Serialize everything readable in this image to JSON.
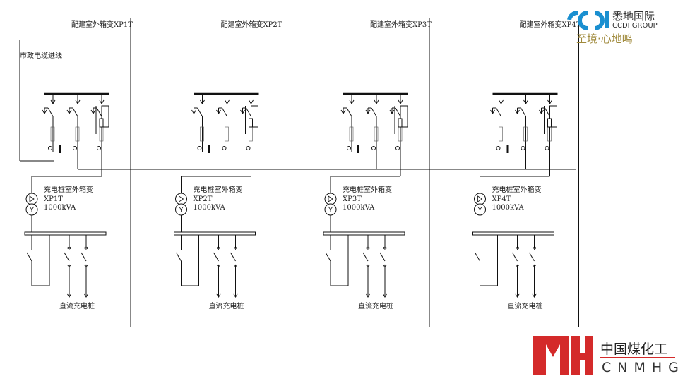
{
  "diagram": {
    "incoming_cable_label": "市政电缆进线",
    "units": [
      {
        "top_label": "配建室外箱变XP1T",
        "box_label": "充电桩室外箱变",
        "id": "XP1T",
        "capacity": "1000kVA",
        "load_label": "直流充电桩"
      },
      {
        "top_label": "配建室外箱变XP2T",
        "box_label": "充电桩室外箱变",
        "id": "XP2T",
        "capacity": "1000kVA",
        "load_label": "直流充电桩"
      },
      {
        "top_label": "配建室外箱变XP3T",
        "box_label": "充电桩室外箱变",
        "id": "XP3T",
        "capacity": "1000kVA",
        "load_label": "直流充电桩"
      },
      {
        "top_label": "配建室外箱变XP4T",
        "box_label": "充电桩室外箱变",
        "id": "XP4T",
        "capacity": "1000kVA",
        "load_label": "直流充电桩"
      }
    ]
  },
  "logos": {
    "ccdi": {
      "name_cn": "悉地国际",
      "name_en": "CCDI GROUP",
      "slogan": "至境·心地鸣",
      "color": "#1a8fd0"
    },
    "cnmhg": {
      "name_cn": "中国煤化工",
      "name_en": "CNMHG",
      "color": "#d42a2a"
    }
  }
}
